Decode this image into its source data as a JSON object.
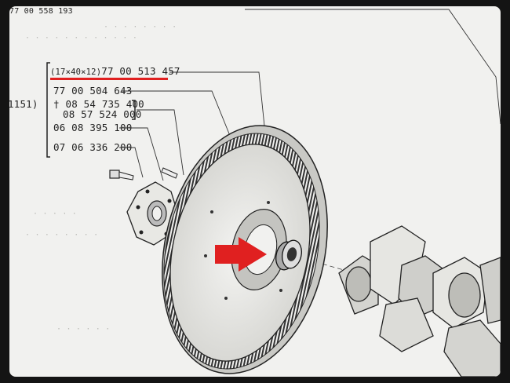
{
  "sheet": {
    "top_ref": "77 00 558 193",
    "side_ref": "1151)",
    "parts": {
      "bearing_size": "(17×40×12)",
      "bearing_ref": "77 00 513 457",
      "flywheel_ref": "77 00 504 643",
      "dagger": "†",
      "bolt_ref_a": "08 54 735 400",
      "bolt_ref_b": "08 57 524 000",
      "pin_ref": "06 08 395 100",
      "screw_ref": "07 06 336 200"
    }
  },
  "colors": {
    "highlight": "#e02020",
    "ink": "#222222",
    "paper": "#f1f1ef"
  }
}
